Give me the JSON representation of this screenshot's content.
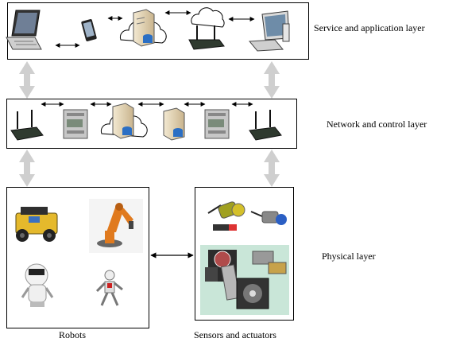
{
  "layers": {
    "service": {
      "label": "Service and application layer"
    },
    "network": {
      "label": "Network and control layer"
    },
    "physical": {
      "label": "Physical layer"
    }
  },
  "groups": {
    "robots": {
      "caption": "Robots"
    },
    "sensors": {
      "caption": "Sensors and actuators"
    }
  },
  "icons": {
    "service": [
      "laptop-icon",
      "smartphone-icon",
      "cloud-server-icon",
      "cloud-router-icon",
      "desktop-computer-icon"
    ],
    "network": [
      "wifi-router-icon",
      "plc-controller-icon",
      "cloud-server-icon",
      "server-icon",
      "plc-controller-icon",
      "wifi-router-icon"
    ],
    "robots": [
      "robot-car-icon",
      "industrial-arm-icon",
      "service-robot-icon",
      "humanoid-robot-icon"
    ],
    "sensors": [
      "proximity-sensor-icon",
      "proximity-sensor-icon",
      "servo-motor-icon",
      "stepper-motor-icon"
    ]
  },
  "colors": {
    "line": "#000000",
    "layer_arrow": "#cfcfcf",
    "actuator_bg": "#c9e6d8"
  }
}
